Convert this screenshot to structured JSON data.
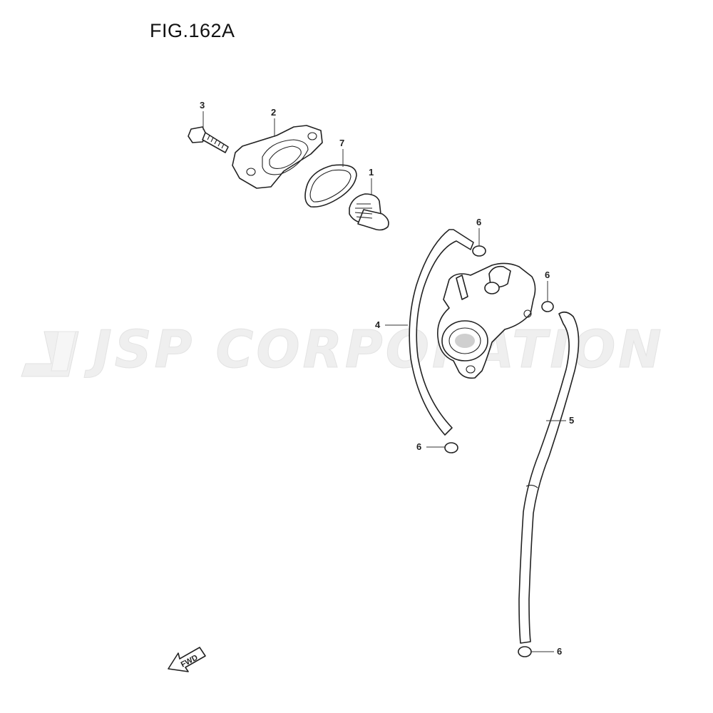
{
  "figure": {
    "title": "FIG.162A"
  },
  "watermark": {
    "text": "JSP CORPORATION"
  },
  "callouts": {
    "c1": "1",
    "c2": "2",
    "c3": "3",
    "c4": "4",
    "c5": "5",
    "c6a": "6",
    "c6b": "6",
    "c6c": "6",
    "c6d": "6",
    "c7": "7"
  },
  "fwd": {
    "label": "FWD"
  }
}
